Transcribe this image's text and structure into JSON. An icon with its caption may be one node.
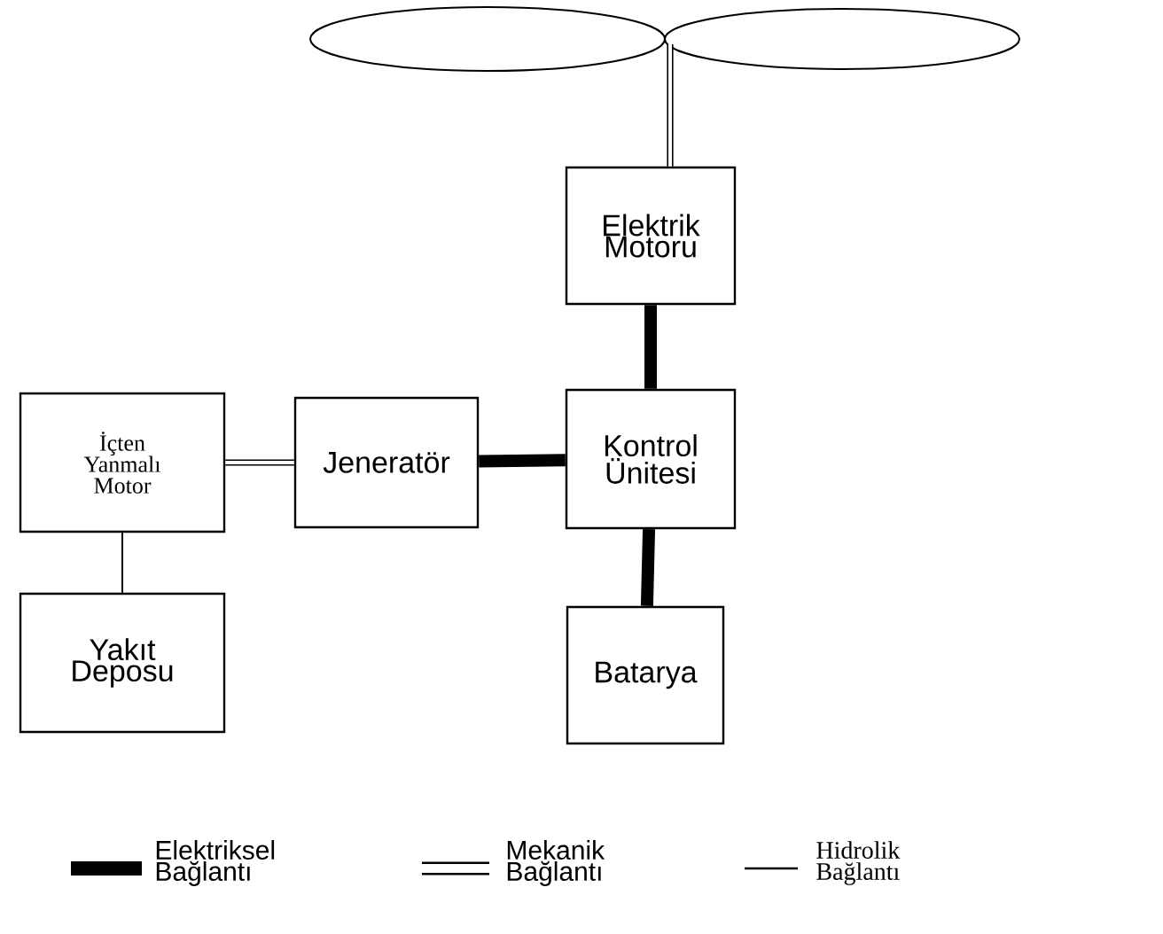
{
  "diagram": {
    "nodes": [
      {
        "text": [],
        "shape": "propeller"
      },
      {
        "text": [
          "Elektrik Motoru"
        ]
      },
      {
        "text": [
          "İçten Yanmalı Motor"
        ]
      },
      {
        "text": [
          "Jeneratör"
        ]
      },
      {
        "text": [
          "Kontrol Ünitesi"
        ]
      },
      {
        "text": [
          "Yakıt Deposu"
        ]
      },
      {
        "text": [
          "Batarya"
        ]
      }
    ],
    "edges": [
      {
        "from": 0,
        "to": 1,
        "arrow": "none"
      },
      {
        "from": 1,
        "to": 4,
        "arrow": "none",
        "style": "thick"
      },
      {
        "from": 2,
        "to": 3,
        "arrow": "none"
      },
      {
        "from": 3,
        "to": 4,
        "arrow": "none",
        "style": "thick"
      },
      {
        "from": 4,
        "to": 6,
        "arrow": "none",
        "style": "thick"
      },
      {
        "from": 2,
        "to": 5,
        "arrow": "none"
      }
    ],
    "legend": [
      {
        "text": "Elektriksel Bağlantı"
      },
      {
        "text": "Mekanik Bağlantı"
      },
      {
        "text": "Hidrolik Bağlantı"
      }
    ]
  }
}
